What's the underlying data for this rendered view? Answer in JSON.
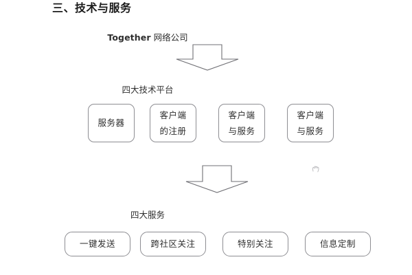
{
  "page": {
    "background_color": "#ffffff",
    "text_color": "#2f2f2f",
    "box_border_color": "#8d8d92",
    "arrow_stroke_color": "#6f6f74",
    "heading_color": "#1b1b1b"
  },
  "heading": {
    "text": "三、技术与服务"
  },
  "captions": {
    "company_latin": "Together",
    "company_cjk": " 网络公司",
    "company_full": "Together 网络公司",
    "platforms": "四大技术平台",
    "services": "四大服务"
  },
  "arrows": [
    {
      "name": "arrow-company-to-platforms",
      "direction": "down"
    },
    {
      "name": "arrow-platforms-to-services",
      "direction": "down"
    }
  ],
  "platform_boxes": [
    {
      "line1": "服务器",
      "line2": ""
    },
    {
      "line1": "客户端",
      "line2": "的注册"
    },
    {
      "line1": "客户端",
      "line2": "与服务"
    },
    {
      "line1": "客户端",
      "line2": "与服务"
    }
  ],
  "service_boxes": [
    {
      "line1": "一键发送"
    },
    {
      "line1": "跨社区关注"
    },
    {
      "line1": "特别关注"
    },
    {
      "line1": "信息定制"
    }
  ],
  "artifact": {
    "name": "grab-cursor-icon"
  },
  "chart_data": {
    "type": "diagram",
    "title": "三、技术与服务",
    "orientation": "top-down",
    "levels": [
      {
        "level": 1,
        "label": "Together 网络公司",
        "nodes": [
          "Together 网络公司"
        ]
      },
      {
        "level": 2,
        "label": "四大技术平台",
        "nodes": [
          "服务器",
          "客户端的注册",
          "客户端与服务",
          "客户端与服务"
        ]
      },
      {
        "level": 3,
        "label": "四大服务",
        "nodes": [
          "一键发送",
          "跨社区关注",
          "特别关注",
          "信息定制"
        ]
      }
    ],
    "connectors": [
      {
        "from": "Together 网络公司",
        "to": "四大技术平台",
        "style": "block-arrow-down"
      },
      {
        "from": "四大技术平台",
        "to": "四大服务",
        "style": "block-arrow-down"
      }
    ]
  }
}
